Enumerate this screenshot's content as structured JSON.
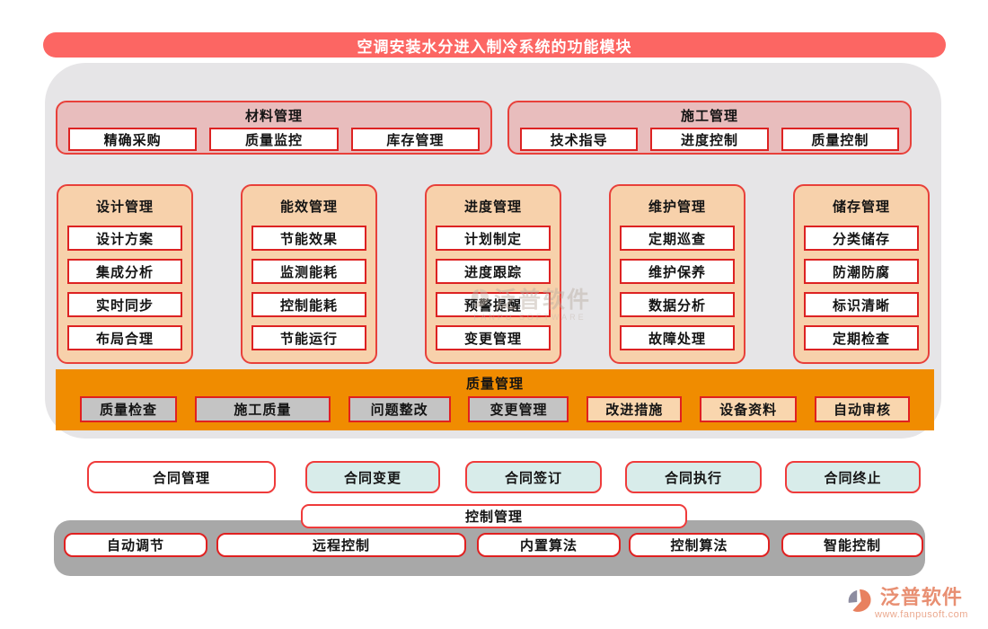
{
  "title": "空调安装水分进入制冷系统的功能模块",
  "top_groups": [
    {
      "name": "材料管理",
      "items": [
        "精确采购",
        "质量监控",
        "库存管理"
      ]
    },
    {
      "name": "施工管理",
      "items": [
        "技术指导",
        "进度控制",
        "质量控制"
      ]
    }
  ],
  "columns": [
    {
      "name": "设计管理",
      "items": [
        "设计方案",
        "集成分析",
        "实时同步",
        "布局合理"
      ]
    },
    {
      "name": "能效管理",
      "items": [
        "节能效果",
        "监测能耗",
        "控制能耗",
        "节能运行"
      ]
    },
    {
      "name": "进度管理",
      "items": [
        "计划制定",
        "进度跟踪",
        "预警提醒",
        "变更管理"
      ]
    },
    {
      "name": "维护管理",
      "items": [
        "定期巡查",
        "维护保养",
        "数据分析",
        "故障处理"
      ]
    },
    {
      "name": "储存管理",
      "items": [
        "分类储存",
        "防潮防腐",
        "标识清晰",
        "定期检查"
      ]
    }
  ],
  "quality": {
    "name": "质量管理",
    "items": [
      {
        "label": "质量检查",
        "style": "gray"
      },
      {
        "label": "施工质量",
        "style": "gray"
      },
      {
        "label": "问题整改",
        "style": "gray"
      },
      {
        "label": "变更管理",
        "style": "gray"
      },
      {
        "label": "改进措施",
        "style": "peach"
      },
      {
        "label": "设备资料",
        "style": "peach"
      },
      {
        "label": "自动审核",
        "style": "peach"
      }
    ]
  },
  "contracts": [
    {
      "label": "合同管理",
      "style": "white"
    },
    {
      "label": "合同变更",
      "style": "cyan"
    },
    {
      "label": "合同签订",
      "style": "cyan"
    },
    {
      "label": "合同执行",
      "style": "cyan"
    },
    {
      "label": "合同终止",
      "style": "cyan"
    }
  ],
  "control": {
    "name": "控制管理",
    "items": [
      "自动调节",
      "远程控制",
      "内置算法",
      "控制算法",
      "智能控制"
    ]
  },
  "watermark": {
    "brand": "泛普软件",
    "sub": "FANPU SOFTWARE"
  },
  "logo": {
    "brand": "泛普软件",
    "url": "www.fanpusoft.com"
  },
  "colors": {
    "banner_red": "#fc6663",
    "panel_gray": "#e6e5e7",
    "group_pink": "#e8bdbd",
    "column_peach": "#f7d1ab",
    "quality_orange": "#f08c00",
    "item_gray": "#c4c4c4",
    "item_peach": "#f9d6ae",
    "contract_cyan": "#d8ecea",
    "control_bar_gray": "#a8a8a8",
    "border_red": "#e8403a",
    "logo_salmon": "#e88f72"
  }
}
